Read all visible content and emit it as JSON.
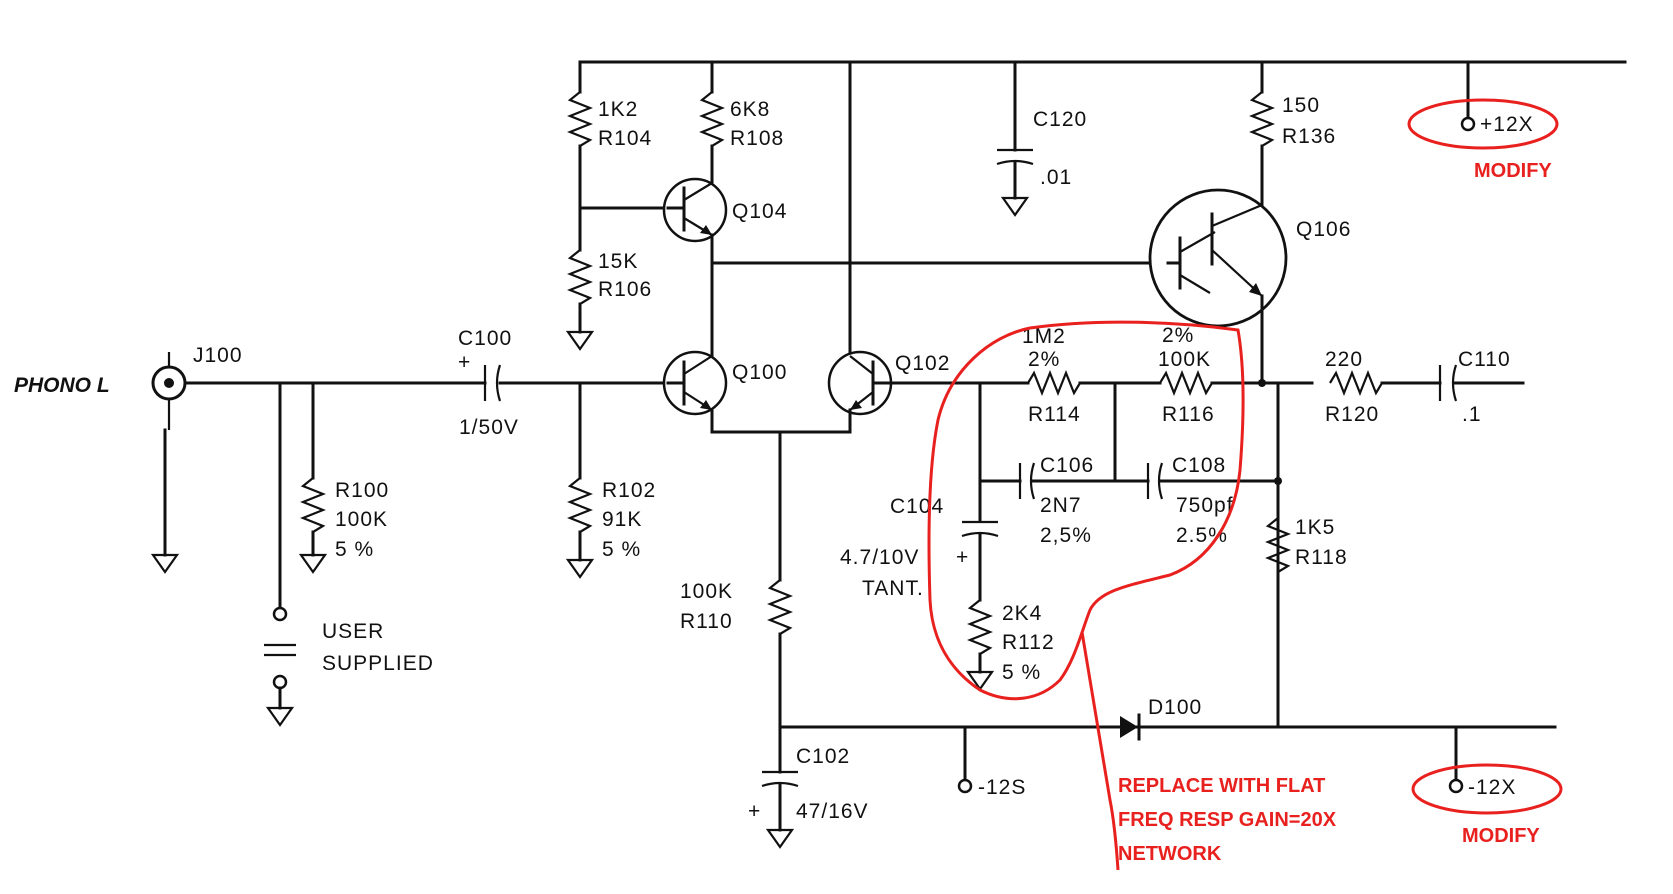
{
  "input": {
    "connector": "PHONO L",
    "jack": "J100"
  },
  "components": {
    "R100": {
      "ref": "R100",
      "value": "100K",
      "tol": "5 %"
    },
    "C100": {
      "ref": "C100",
      "value": "1/50V",
      "polarity": "+"
    },
    "R102": {
      "ref": "R102",
      "value": "91K",
      "tol": "5 %"
    },
    "R104": {
      "ref": "R104",
      "value": "1K2"
    },
    "R106": {
      "ref": "R106",
      "value": "15K"
    },
    "R108": {
      "ref": "R108",
      "value": "6K8"
    },
    "R110": {
      "ref": "R110",
      "value": "100K"
    },
    "R112": {
      "ref": "R112",
      "value": "2K4",
      "tol": "5 %"
    },
    "R114": {
      "ref": "R114",
      "value": "1M2",
      "tol": "2%"
    },
    "R116": {
      "ref": "R116",
      "value": "100K",
      "tol": "2%"
    },
    "R118": {
      "ref": "R118",
      "value": "1K5"
    },
    "R120": {
      "ref": "R120",
      "value": "220"
    },
    "R136": {
      "ref": "R136",
      "value": "150"
    },
    "C102": {
      "ref": "C102",
      "value": "47/16V",
      "polarity": "+"
    },
    "C104": {
      "ref": "C104",
      "value": "4.7/10V",
      "type": "TANT.",
      "polarity": "+"
    },
    "C106": {
      "ref": "C106",
      "value": "2N7",
      "tol": "2,5%"
    },
    "C108": {
      "ref": "C108",
      "value": "750pf",
      "tol": "2.5%"
    },
    "C110": {
      "ref": "C110",
      "value": ".1"
    },
    "C120": {
      "ref": "C120",
      "value": ".01"
    },
    "Q100": {
      "ref": "Q100"
    },
    "Q102": {
      "ref": "Q102"
    },
    "Q104": {
      "ref": "Q104"
    },
    "Q106": {
      "ref": "Q106"
    },
    "D100": {
      "ref": "D100"
    }
  },
  "user_supplied": {
    "line1": "USER",
    "line2": "SUPPLIED"
  },
  "rails": {
    "pos": "+12X",
    "neg": "-12X",
    "neg_s": "-12S"
  },
  "annotations": {
    "modify_top": "MODIFY",
    "modify_bottom": "MODIFY",
    "replace_line1": "REPLACE WITH FLAT",
    "replace_line2": "FREQ RESP GAIN=20X",
    "replace_line3": "NETWORK"
  },
  "colors": {
    "ink": "#111111",
    "annotation": "#e8211f"
  }
}
